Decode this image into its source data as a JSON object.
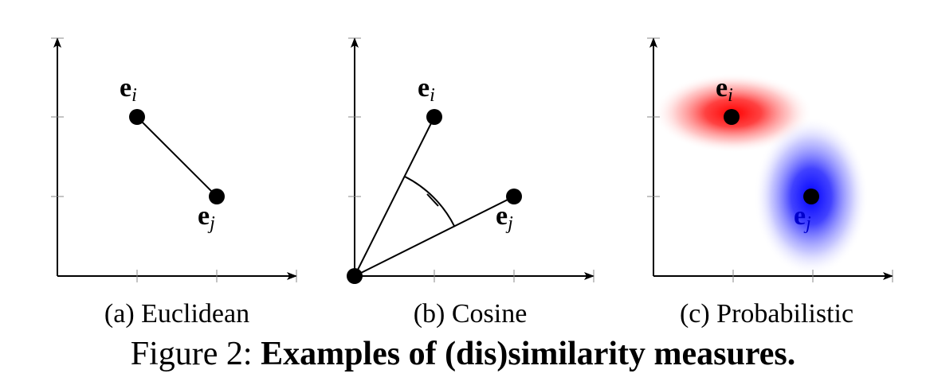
{
  "panels": [
    {
      "id": "euclidean",
      "caption": "(a) Euclidean",
      "label_i_base": "e",
      "label_i_sub": "i",
      "label_j_base": "e",
      "label_j_sub": "j"
    },
    {
      "id": "cosine",
      "caption": "(b) Cosine",
      "label_i_base": "e",
      "label_i_sub": "i",
      "label_j_base": "e",
      "label_j_sub": "j"
    },
    {
      "id": "probabilistic",
      "caption": "(c) Probabilistic",
      "label_i_base": "e",
      "label_i_sub": "i",
      "label_j_base": "e",
      "label_j_sub": "j"
    }
  ],
  "figure_caption": {
    "prefix": "Figure 2: ",
    "bold_text": "Examples of (dis)similarity measures."
  },
  "colors": {
    "ink": "#000000",
    "distribution_i": "#ff0000",
    "distribution_j": "#0000ff"
  }
}
